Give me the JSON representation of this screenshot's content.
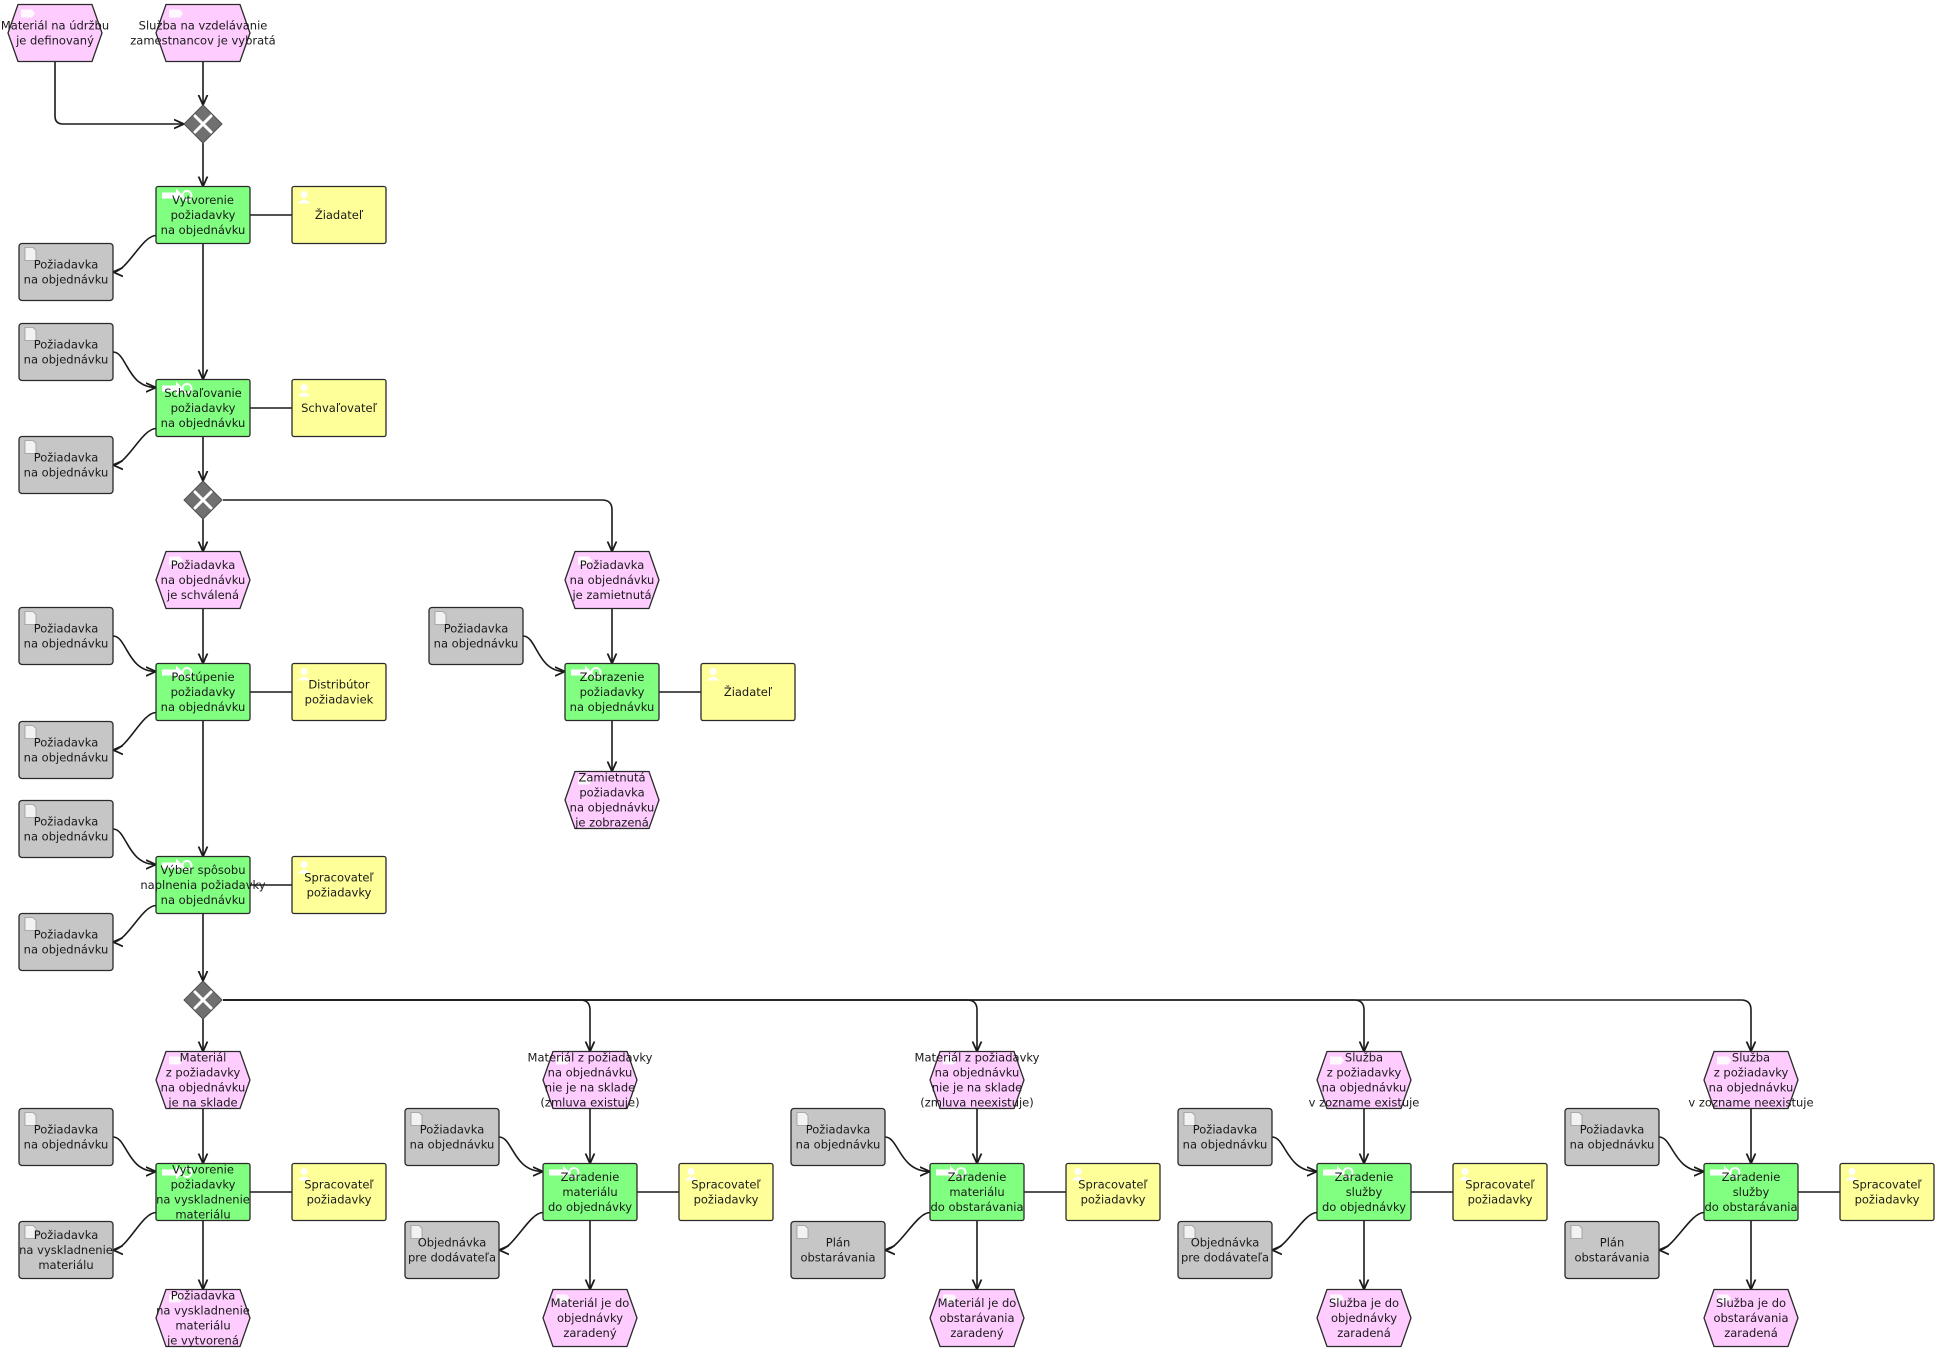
{
  "nodes": [
    {
      "id": "e1",
      "kind": "event",
      "lines": [
        "Materiál na údržbu",
        "je definovaný"
      ]
    },
    {
      "id": "e2",
      "kind": "event",
      "lines": [
        "Služba na vzdelávanie",
        "zamestnancov je vybratá"
      ]
    },
    {
      "id": "g1",
      "kind": "gateway",
      "lines": []
    },
    {
      "id": "f1",
      "kind": "function",
      "lines": [
        "Vytvorenie",
        "požiadavky",
        "na objednávku"
      ]
    },
    {
      "id": "r1",
      "kind": "role",
      "lines": [
        "Žiadateľ"
      ]
    },
    {
      "id": "d1",
      "kind": "document",
      "lines": [
        "Požiadavka",
        "na objednávku"
      ]
    },
    {
      "id": "d2",
      "kind": "document",
      "lines": [
        "Požiadavka",
        "na objednávku"
      ]
    },
    {
      "id": "f2",
      "kind": "function",
      "lines": [
        "Schvaľovanie",
        "požiadavky",
        "na objednávku"
      ]
    },
    {
      "id": "r2",
      "kind": "role",
      "lines": [
        "Schvaľovateľ"
      ]
    },
    {
      "id": "d3",
      "kind": "document",
      "lines": [
        "Požiadavka",
        "na objednávku"
      ]
    },
    {
      "id": "g2",
      "kind": "gateway",
      "lines": []
    },
    {
      "id": "e3",
      "kind": "event",
      "lines": [
        "Požiadavka",
        "na objednávku",
        "je schválená"
      ]
    },
    {
      "id": "e4",
      "kind": "event",
      "lines": [
        "Požiadavka",
        "na objednávku",
        "je zamietnutá"
      ]
    },
    {
      "id": "d4",
      "kind": "document",
      "lines": [
        "Požiadavka",
        "na objednávku"
      ]
    },
    {
      "id": "f3",
      "kind": "function",
      "lines": [
        "Postúpenie",
        "požiadavky",
        "na objednávku"
      ]
    },
    {
      "id": "r3",
      "kind": "role",
      "lines": [
        "Distribútor",
        "požiadaviek"
      ]
    },
    {
      "id": "d5",
      "kind": "document",
      "lines": [
        "Požiadavka",
        "na objednávku"
      ]
    },
    {
      "id": "d6",
      "kind": "document",
      "lines": [
        "Požiadavka",
        "na objednávku"
      ]
    },
    {
      "id": "f4",
      "kind": "function",
      "lines": [
        "Zobrazenie",
        "požiadavky",
        "na objednávku"
      ]
    },
    {
      "id": "r4",
      "kind": "role",
      "lines": [
        "Žiadateľ"
      ]
    },
    {
      "id": "e5",
      "kind": "event",
      "lines": [
        "Zamietnutá",
        "požiadavka",
        "na objednávku",
        "je zobrazená"
      ]
    },
    {
      "id": "d7",
      "kind": "document",
      "lines": [
        "Požiadavka",
        "na objednávku"
      ]
    },
    {
      "id": "f5",
      "kind": "function",
      "lines": [
        "Výber spôsobu",
        "naplnenia požiadavky",
        "na objednávku"
      ]
    },
    {
      "id": "r5",
      "kind": "role",
      "lines": [
        "Spracovateľ",
        "požiadavky"
      ]
    },
    {
      "id": "d8",
      "kind": "document",
      "lines": [
        "Požiadavka",
        "na objednávku"
      ]
    },
    {
      "id": "g3",
      "kind": "gateway",
      "lines": []
    },
    {
      "id": "e6",
      "kind": "event",
      "lines": [
        "Materiál",
        "z požiadavky",
        "na objednávku",
        "je na sklade"
      ]
    },
    {
      "id": "d9",
      "kind": "document",
      "lines": [
        "Požiadavka",
        "na objednávku"
      ]
    },
    {
      "id": "f6",
      "kind": "function",
      "lines": [
        "Vytvorenie",
        "požiadavky",
        "na vyskladnenie",
        "materiálu"
      ]
    },
    {
      "id": "r6",
      "kind": "role",
      "lines": [
        "Spracovateľ",
        "požiadavky"
      ]
    },
    {
      "id": "d10",
      "kind": "document",
      "lines": [
        "Požiadavka",
        "na vyskladnenie",
        "materiálu"
      ]
    },
    {
      "id": "e7",
      "kind": "event",
      "lines": [
        "Požiadavka",
        "na vyskladnenie",
        "materiálu",
        "je vytvorená"
      ]
    },
    {
      "id": "e8",
      "kind": "event",
      "lines": [
        "Materiál z požiadavky",
        "na objednávku",
        "nie je na sklade",
        "(zmluva existuje)"
      ]
    },
    {
      "id": "d11",
      "kind": "document",
      "lines": [
        "Požiadavka",
        "na objednávku"
      ]
    },
    {
      "id": "f7",
      "kind": "function",
      "lines": [
        "Zaradenie",
        "materiálu",
        "do objednávky"
      ]
    },
    {
      "id": "r7",
      "kind": "role",
      "lines": [
        "Spracovateľ",
        "požiadavky"
      ]
    },
    {
      "id": "d12",
      "kind": "document",
      "lines": [
        "Objednávka",
        "pre dodávateľa"
      ]
    },
    {
      "id": "e9",
      "kind": "event",
      "lines": [
        "Materiál je do",
        "objednávky",
        "zaradený"
      ]
    },
    {
      "id": "e10",
      "kind": "event",
      "lines": [
        "Materiál z požiadavky",
        "na objednávku",
        "nie je na sklade",
        "(zmluva neexistuje)"
      ]
    },
    {
      "id": "d13",
      "kind": "document",
      "lines": [
        "Požiadavka",
        "na objednávku"
      ]
    },
    {
      "id": "f8",
      "kind": "function",
      "lines": [
        "Zaradenie",
        "materiálu",
        "do obstarávania"
      ]
    },
    {
      "id": "r8",
      "kind": "role",
      "lines": [
        "Spracovateľ",
        "požiadavky"
      ]
    },
    {
      "id": "d14",
      "kind": "document",
      "lines": [
        "Plán",
        "obstarávania"
      ]
    },
    {
      "id": "e11",
      "kind": "event",
      "lines": [
        "Materiál je do",
        "obstarávania",
        "zaradený"
      ]
    },
    {
      "id": "e12",
      "kind": "event",
      "lines": [
        "Služba",
        "z požiadavky",
        "na objednávku",
        "v zozname existuje"
      ]
    },
    {
      "id": "d15",
      "kind": "document",
      "lines": [
        "Požiadavka",
        "na objednávku"
      ]
    },
    {
      "id": "f9",
      "kind": "function",
      "lines": [
        "Zaradenie",
        "služby",
        "do objednávky"
      ]
    },
    {
      "id": "r9",
      "kind": "role",
      "lines": [
        "Spracovateľ",
        "požiadavky"
      ]
    },
    {
      "id": "d16",
      "kind": "document",
      "lines": [
        "Objednávka",
        "pre dodávateľa"
      ]
    },
    {
      "id": "e13",
      "kind": "event",
      "lines": [
        "Služba je do",
        "objednávky",
        "zaradená"
      ]
    },
    {
      "id": "e14",
      "kind": "event",
      "lines": [
        "Služba",
        "z požiadavky",
        "na objednávku",
        "v zozname neexistuje"
      ]
    },
    {
      "id": "d17",
      "kind": "document",
      "lines": [
        "Požiadavka",
        "na objednávku"
      ]
    },
    {
      "id": "f10",
      "kind": "function",
      "lines": [
        "Zaradenie",
        "služby",
        "do obstarávania"
      ]
    },
    {
      "id": "r10",
      "kind": "role",
      "lines": [
        "Spracovateľ",
        "požiadavky"
      ]
    },
    {
      "id": "d18",
      "kind": "document",
      "lines": [
        "Plán",
        "obstarávania"
      ]
    },
    {
      "id": "e15",
      "kind": "event",
      "lines": [
        "Služba je do",
        "obstarávania",
        "zaradená"
      ]
    }
  ],
  "edges": [
    {
      "from": "e1",
      "to": "g1"
    },
    {
      "from": "e2",
      "to": "g1"
    },
    {
      "from": "g1",
      "to": "f1"
    },
    {
      "from": "f1",
      "to": "r1"
    },
    {
      "from": "f1",
      "to": "d1"
    },
    {
      "from": "f1",
      "to": "f2"
    },
    {
      "from": "d2",
      "to": "f2"
    },
    {
      "from": "f2",
      "to": "r2"
    },
    {
      "from": "f2",
      "to": "d3"
    },
    {
      "from": "f2",
      "to": "g2"
    },
    {
      "from": "g2",
      "to": "e3"
    },
    {
      "from": "g2",
      "to": "e4"
    },
    {
      "from": "e3",
      "to": "f3"
    },
    {
      "from": "d4",
      "to": "f3"
    },
    {
      "from": "f3",
      "to": "r3"
    },
    {
      "from": "f3",
      "to": "d5"
    },
    {
      "from": "e4",
      "to": "f4"
    },
    {
      "from": "d6",
      "to": "f4"
    },
    {
      "from": "f4",
      "to": "r4"
    },
    {
      "from": "f4",
      "to": "e5"
    },
    {
      "from": "f3",
      "to": "f5"
    },
    {
      "from": "d7",
      "to": "f5"
    },
    {
      "from": "f5",
      "to": "r5"
    },
    {
      "from": "f5",
      "to": "d8"
    },
    {
      "from": "f5",
      "to": "g3"
    },
    {
      "from": "g3",
      "to": "e6"
    },
    {
      "from": "g3",
      "to": "e8"
    },
    {
      "from": "g3",
      "to": "e10"
    },
    {
      "from": "g3",
      "to": "e12"
    },
    {
      "from": "g3",
      "to": "e14"
    },
    {
      "from": "e6",
      "to": "f6"
    },
    {
      "from": "d9",
      "to": "f6"
    },
    {
      "from": "f6",
      "to": "r6"
    },
    {
      "from": "f6",
      "to": "d10"
    },
    {
      "from": "f6",
      "to": "e7"
    },
    {
      "from": "e8",
      "to": "f7"
    },
    {
      "from": "d11",
      "to": "f7"
    },
    {
      "from": "f7",
      "to": "r7"
    },
    {
      "from": "f7",
      "to": "d12"
    },
    {
      "from": "f7",
      "to": "e9"
    },
    {
      "from": "e10",
      "to": "f8"
    },
    {
      "from": "d13",
      "to": "f8"
    },
    {
      "from": "f8",
      "to": "r8"
    },
    {
      "from": "f8",
      "to": "d14"
    },
    {
      "from": "f8",
      "to": "e11"
    },
    {
      "from": "e12",
      "to": "f9"
    },
    {
      "from": "d15",
      "to": "f9"
    },
    {
      "from": "f9",
      "to": "r9"
    },
    {
      "from": "f9",
      "to": "d16"
    },
    {
      "from": "f9",
      "to": "e13"
    },
    {
      "from": "e14",
      "to": "f10"
    },
    {
      "from": "d17",
      "to": "f10"
    },
    {
      "from": "f10",
      "to": "r10"
    },
    {
      "from": "f10",
      "to": "d18"
    },
    {
      "from": "f10",
      "to": "e15"
    }
  ]
}
